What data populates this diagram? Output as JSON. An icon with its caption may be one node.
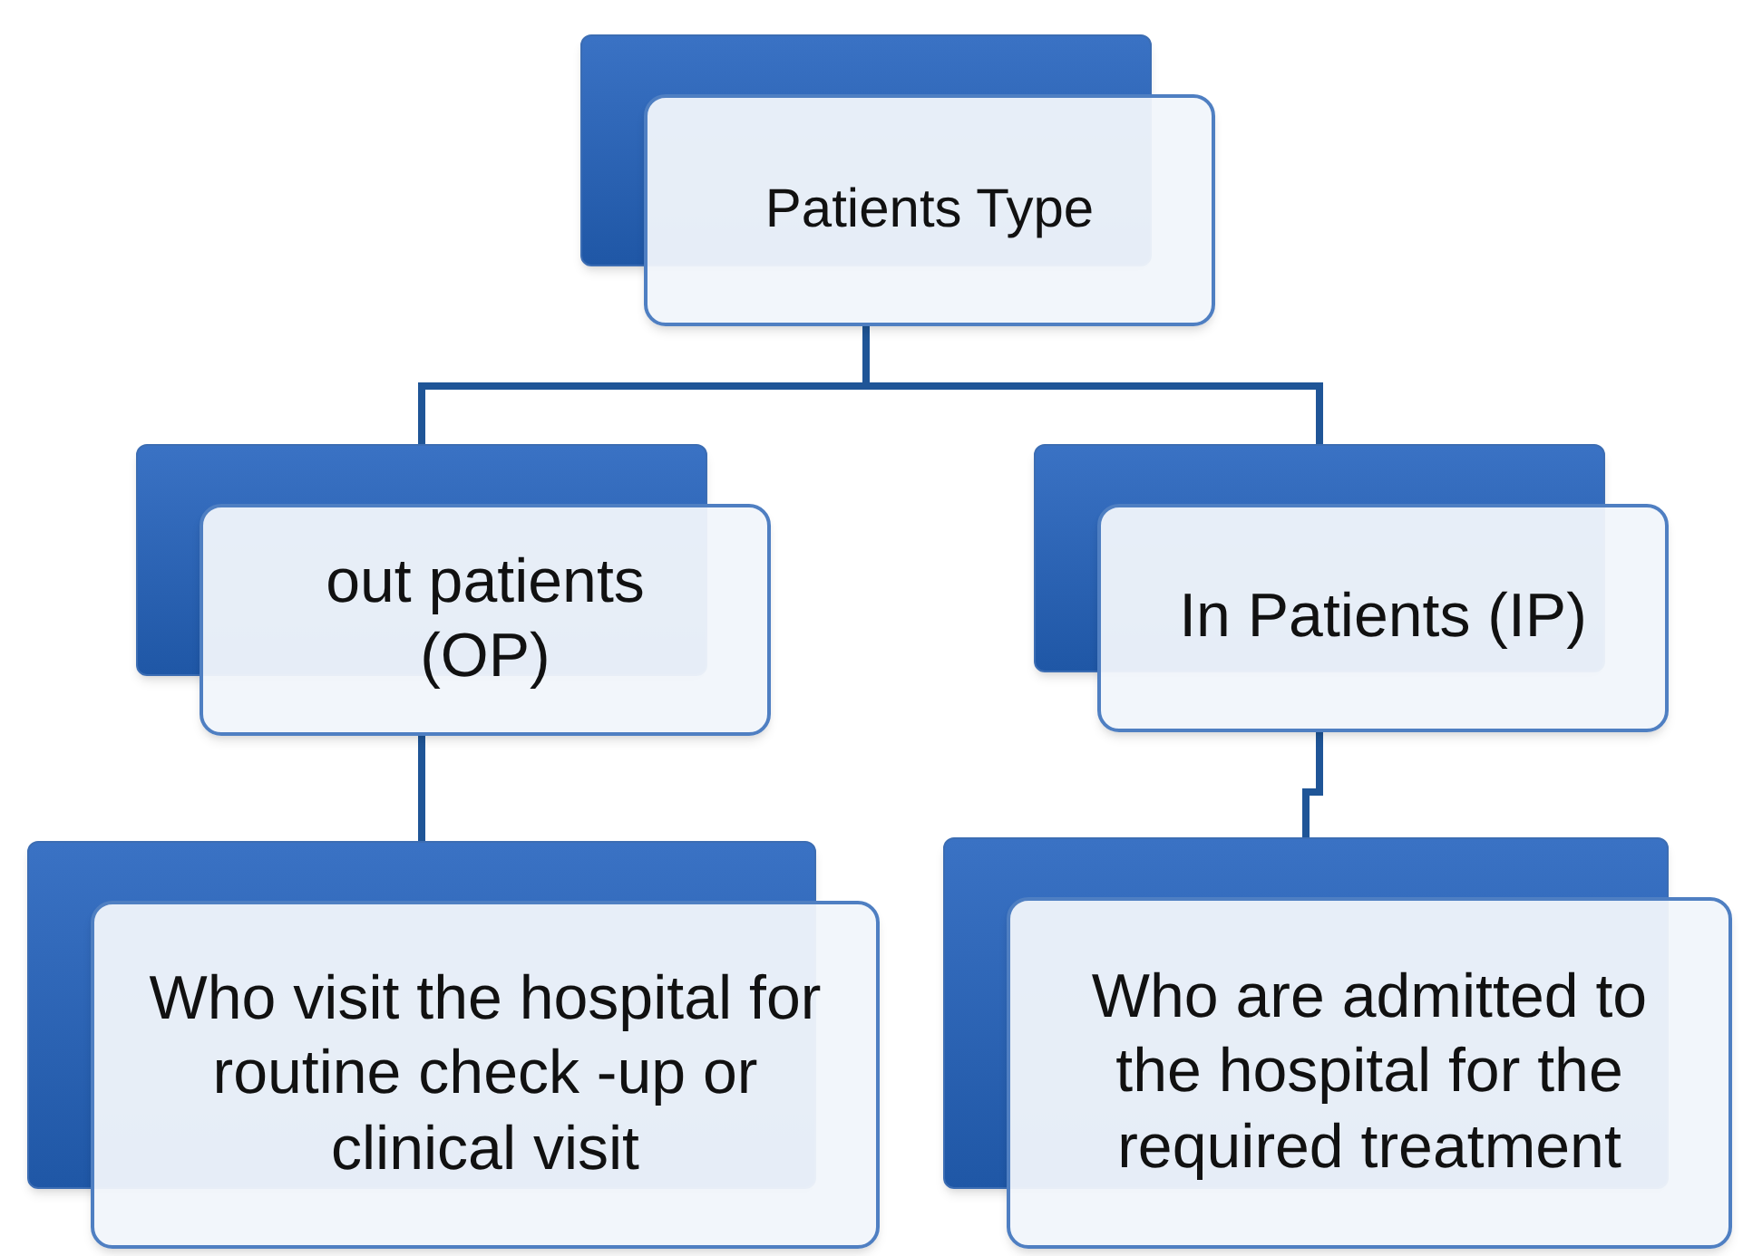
{
  "diagram": {
    "nodes": [
      {
        "text": [
          "Patients Type"
        ]
      },
      {
        "text": [
          "out patients (OP)"
        ]
      },
      {
        "text": [
          "In Patients (IP)"
        ]
      },
      {
        "text": [
          "Who visit the hospital for routine check -up or clinical visit"
        ]
      },
      {
        "text": [
          "Who are admitted to the hospital for the required treatment"
        ]
      }
    ],
    "edges": [
      {
        "from": 0,
        "to": 1,
        "arrow": "none"
      },
      {
        "from": 0,
        "to": 2,
        "arrow": "none"
      },
      {
        "from": 1,
        "to": 3,
        "arrow": "none"
      },
      {
        "from": 2,
        "to": 4,
        "arrow": "none"
      }
    ]
  }
}
